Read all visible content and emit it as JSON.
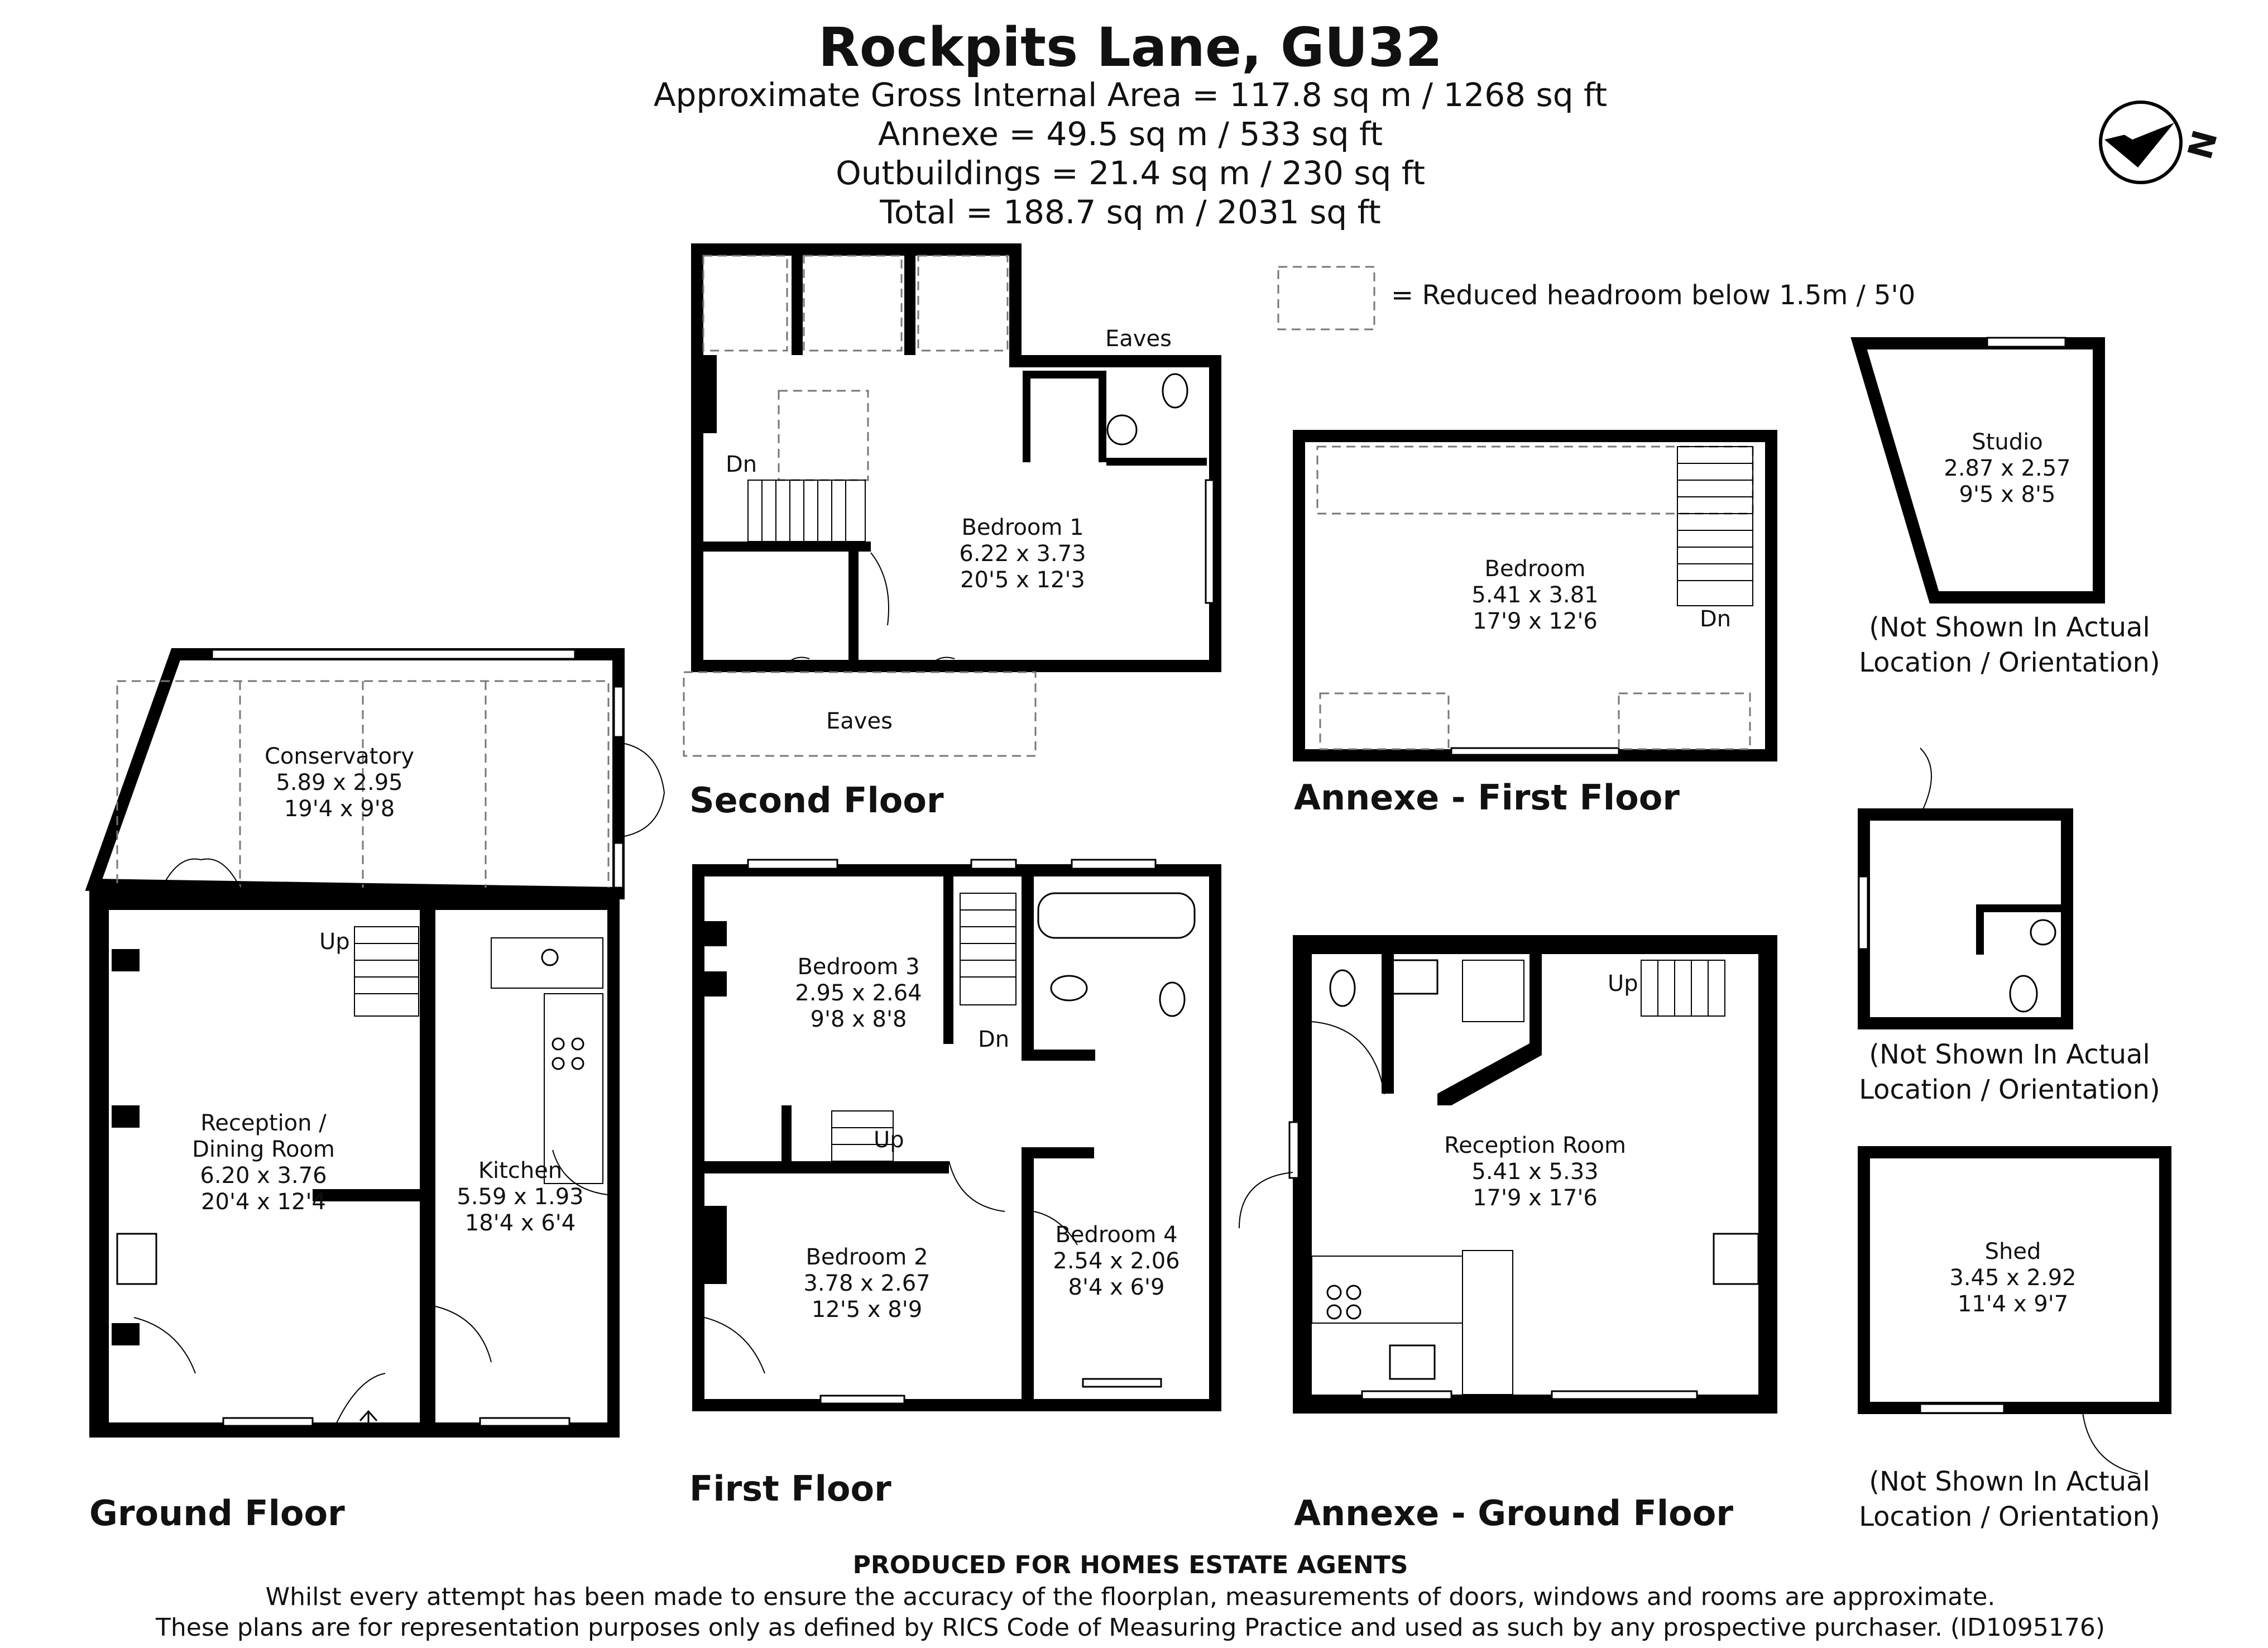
{
  "header": {
    "title": "Rockpits Lane, GU32",
    "areas": [
      "Approximate Gross Internal Area = 117.8 sq m / 1268 sq ft",
      "Annexe = 49.5 sq m / 533 sq ft",
      "Outbuildings = 21.4 sq m / 230 sq ft",
      "Total = 188.7 sq m / 2031 sq ft"
    ]
  },
  "compass": {
    "label": "N",
    "icon": "north-arrow-icon"
  },
  "legend": {
    "text": "= Reduced headroom below 1.5m / 5'0"
  },
  "floors": {
    "ground": "Ground Floor",
    "first": "First Floor",
    "second": "Second Floor",
    "annexe_first": "Annexe - First Floor",
    "annexe_ground": "Annexe - Ground Floor"
  },
  "rooms": {
    "conservatory": {
      "name": "Conservatory",
      "metric": "5.89 x 2.95",
      "imperial": "19'4 x 9'8"
    },
    "reception_dining": {
      "name": "Reception /",
      "name2": "Dining Room",
      "metric": "6.20 x 3.76",
      "imperial": "20'4 x 12'4"
    },
    "kitchen": {
      "name": "Kitchen",
      "metric": "5.59 x 1.93",
      "imperial": "18'4 x 6'4"
    },
    "bedroom1": {
      "name": "Bedroom 1",
      "metric": "6.22 x 3.73",
      "imperial": "20'5 x 12'3"
    },
    "bedroom2": {
      "name": "Bedroom 2",
      "metric": "3.78 x 2.67",
      "imperial": "12'5 x 8'9"
    },
    "bedroom3": {
      "name": "Bedroom 3",
      "metric": "2.95 x 2.64",
      "imperial": "9'8 x 8'8"
    },
    "bedroom4": {
      "name": "Bedroom 4",
      "metric": "2.54 x 2.06",
      "imperial": "8'4 x 6'9"
    },
    "annexe_bedroom": {
      "name": "Bedroom",
      "metric": "5.41 x 3.81",
      "imperial": "17'9 x 12'6"
    },
    "annexe_reception": {
      "name": "Reception Room",
      "metric": "5.41 x 5.33",
      "imperial": "17'9 x 17'6"
    },
    "studio": {
      "name": "Studio",
      "metric": "2.87 x 2.57",
      "imperial": "9'5 x 8'5"
    },
    "shed": {
      "name": "Shed",
      "metric": "3.45 x 2.92",
      "imperial": "11'4 x 9'7"
    }
  },
  "labels": {
    "up": "Up",
    "dn": "Dn",
    "eaves": "Eaves",
    "not_shown_1": "(Not Shown In Actual",
    "not_shown_2": "Location / Orientation)"
  },
  "footer": {
    "produced": "PRODUCED FOR HOMES ESTATE AGENTS",
    "line1": "Whilst every attempt has been made to ensure the accuracy of the floorplan, measurements of doors, windows and rooms are approximate.",
    "line2": "These plans are for representation purposes only as defined by RICS Code of Measuring Practice and used as such by any prospective purchaser. (ID1095176)"
  }
}
